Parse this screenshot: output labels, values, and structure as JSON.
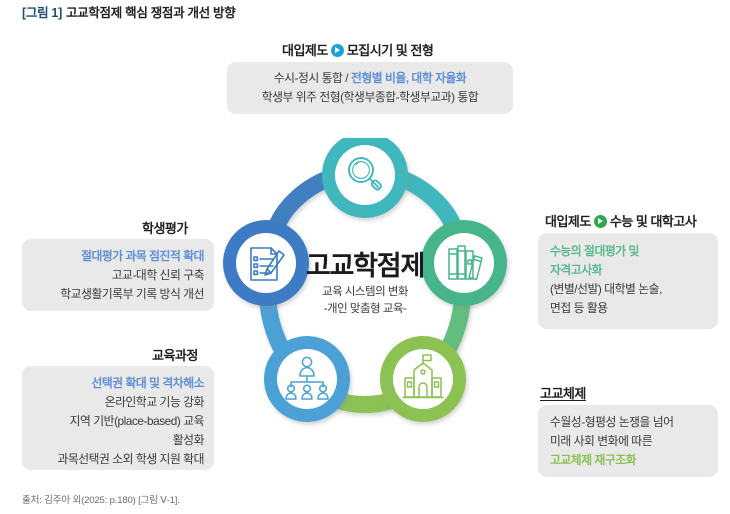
{
  "figure": {
    "number": "[그림 1]",
    "title": "고교학점제 핵심 쟁점과 개선 방향"
  },
  "callouts": {
    "top": {
      "head_prefix": "대입제도",
      "head_suffix": "모집시기 및 전형",
      "badge_color": "#1aa3d9",
      "lines": [
        {
          "plain_before": "수시-정시 통합 / ",
          "highlight": "전형별 비율, 대학 자율화",
          "highlight_color": "#5d90d4"
        },
        {
          "plain_before": "학생부 위주 전형(학생부종합-학생부교과) 통합",
          "highlight": "",
          "highlight_color": ""
        }
      ]
    },
    "left_top": {
      "head": "학생평가",
      "lines": [
        {
          "text": "절대평가 과목 점진적 확대",
          "style": "hl-blue"
        },
        {
          "text": "고교-대학 신뢰 구축",
          "style": "plain"
        },
        {
          "text": "학교생활기록부 기록 방식 개선",
          "style": "plain"
        }
      ]
    },
    "left_bottom": {
      "head": "교육과정",
      "lines": [
        {
          "text": "선택권 확대 및 격차해소",
          "style": "hl-blue"
        },
        {
          "text": "온라인학교 기능 강화",
          "style": "plain"
        },
        {
          "text": "지역 기반(place-based) 교육",
          "style": "plain"
        },
        {
          "text": "활성화",
          "style": "plain"
        },
        {
          "text": "과목선택권 소외 학생 지원 확대",
          "style": "plain"
        }
      ]
    },
    "right_top": {
      "head_prefix": "대입제도",
      "head_suffix": "수능 및 대학고사",
      "badge_color": "#2fa84f",
      "lines": [
        {
          "text": "수능의 절대평가 및",
          "style": "hl-green"
        },
        {
          "text": "자격고사화",
          "style": "hl-green"
        },
        {
          "text": "(변별/선발) 대학별 논술,",
          "style": "plain"
        },
        {
          "text": "면접 등 활용",
          "style": "plain"
        }
      ]
    },
    "right_bottom": {
      "head": "고교체제",
      "lines": [
        {
          "text": "수월성-형평성 논쟁을 넘어",
          "style": "plain"
        },
        {
          "text": "미래 사회 변화에 따른",
          "style": "plain"
        },
        {
          "text": "고교체제 재구조화",
          "style": "hl-lgreen"
        }
      ]
    }
  },
  "diagram": {
    "center_title": "고교학점제",
    "center_sub_line1": "교육 시스템의 변화",
    "center_sub_line2": "-개인 맞춤형 교육-",
    "nodes": [
      {
        "id": "assessment-search",
        "icon": "magnifier-icon",
        "color": "#3fb6bd",
        "position": "top"
      },
      {
        "id": "records-checklist",
        "icon": "clipboard-pen-icon",
        "color": "#3d7cc4",
        "position": "left"
      },
      {
        "id": "curriculum-books",
        "icon": "books-icon",
        "color": "#46b58c",
        "position": "right"
      },
      {
        "id": "people-org",
        "icon": "people-group-icon",
        "color": "#4ba1d6",
        "position": "bottom-left"
      },
      {
        "id": "school-building",
        "icon": "school-icon",
        "color": "#8cc152",
        "position": "bottom-right"
      }
    ],
    "band_colors": {
      "top_left": "#3f7fc0",
      "top_right": "#3fb6bd",
      "left_bottom": "#4ba1d6",
      "right_bottom": "#6fc07a",
      "bottom": "#8cc152"
    }
  },
  "source": "출처: 김주아 외(2025: p.180) [그림 Ⅴ-1]."
}
